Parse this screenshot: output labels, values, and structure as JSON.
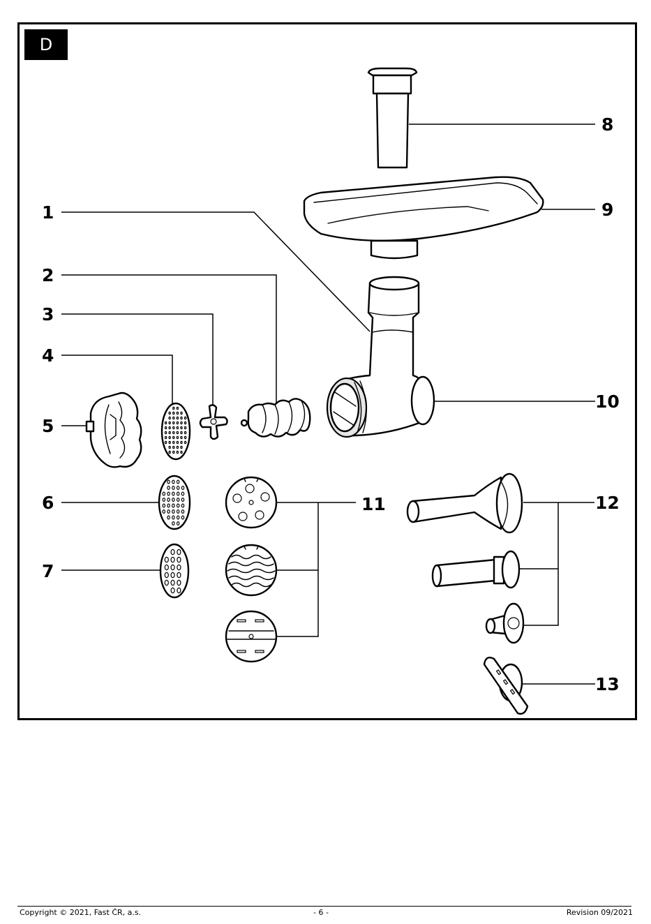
{
  "section_label": "D",
  "callouts": [
    "1",
    "2",
    "3",
    "4",
    "5",
    "6",
    "7",
    "8",
    "9",
    "10",
    "11",
    "12",
    "13"
  ],
  "footer": {
    "copyright": "Copyright © 2021, Fast ČR, a.s.",
    "page": "- 6 -",
    "revision": "Revision 09/2021"
  }
}
